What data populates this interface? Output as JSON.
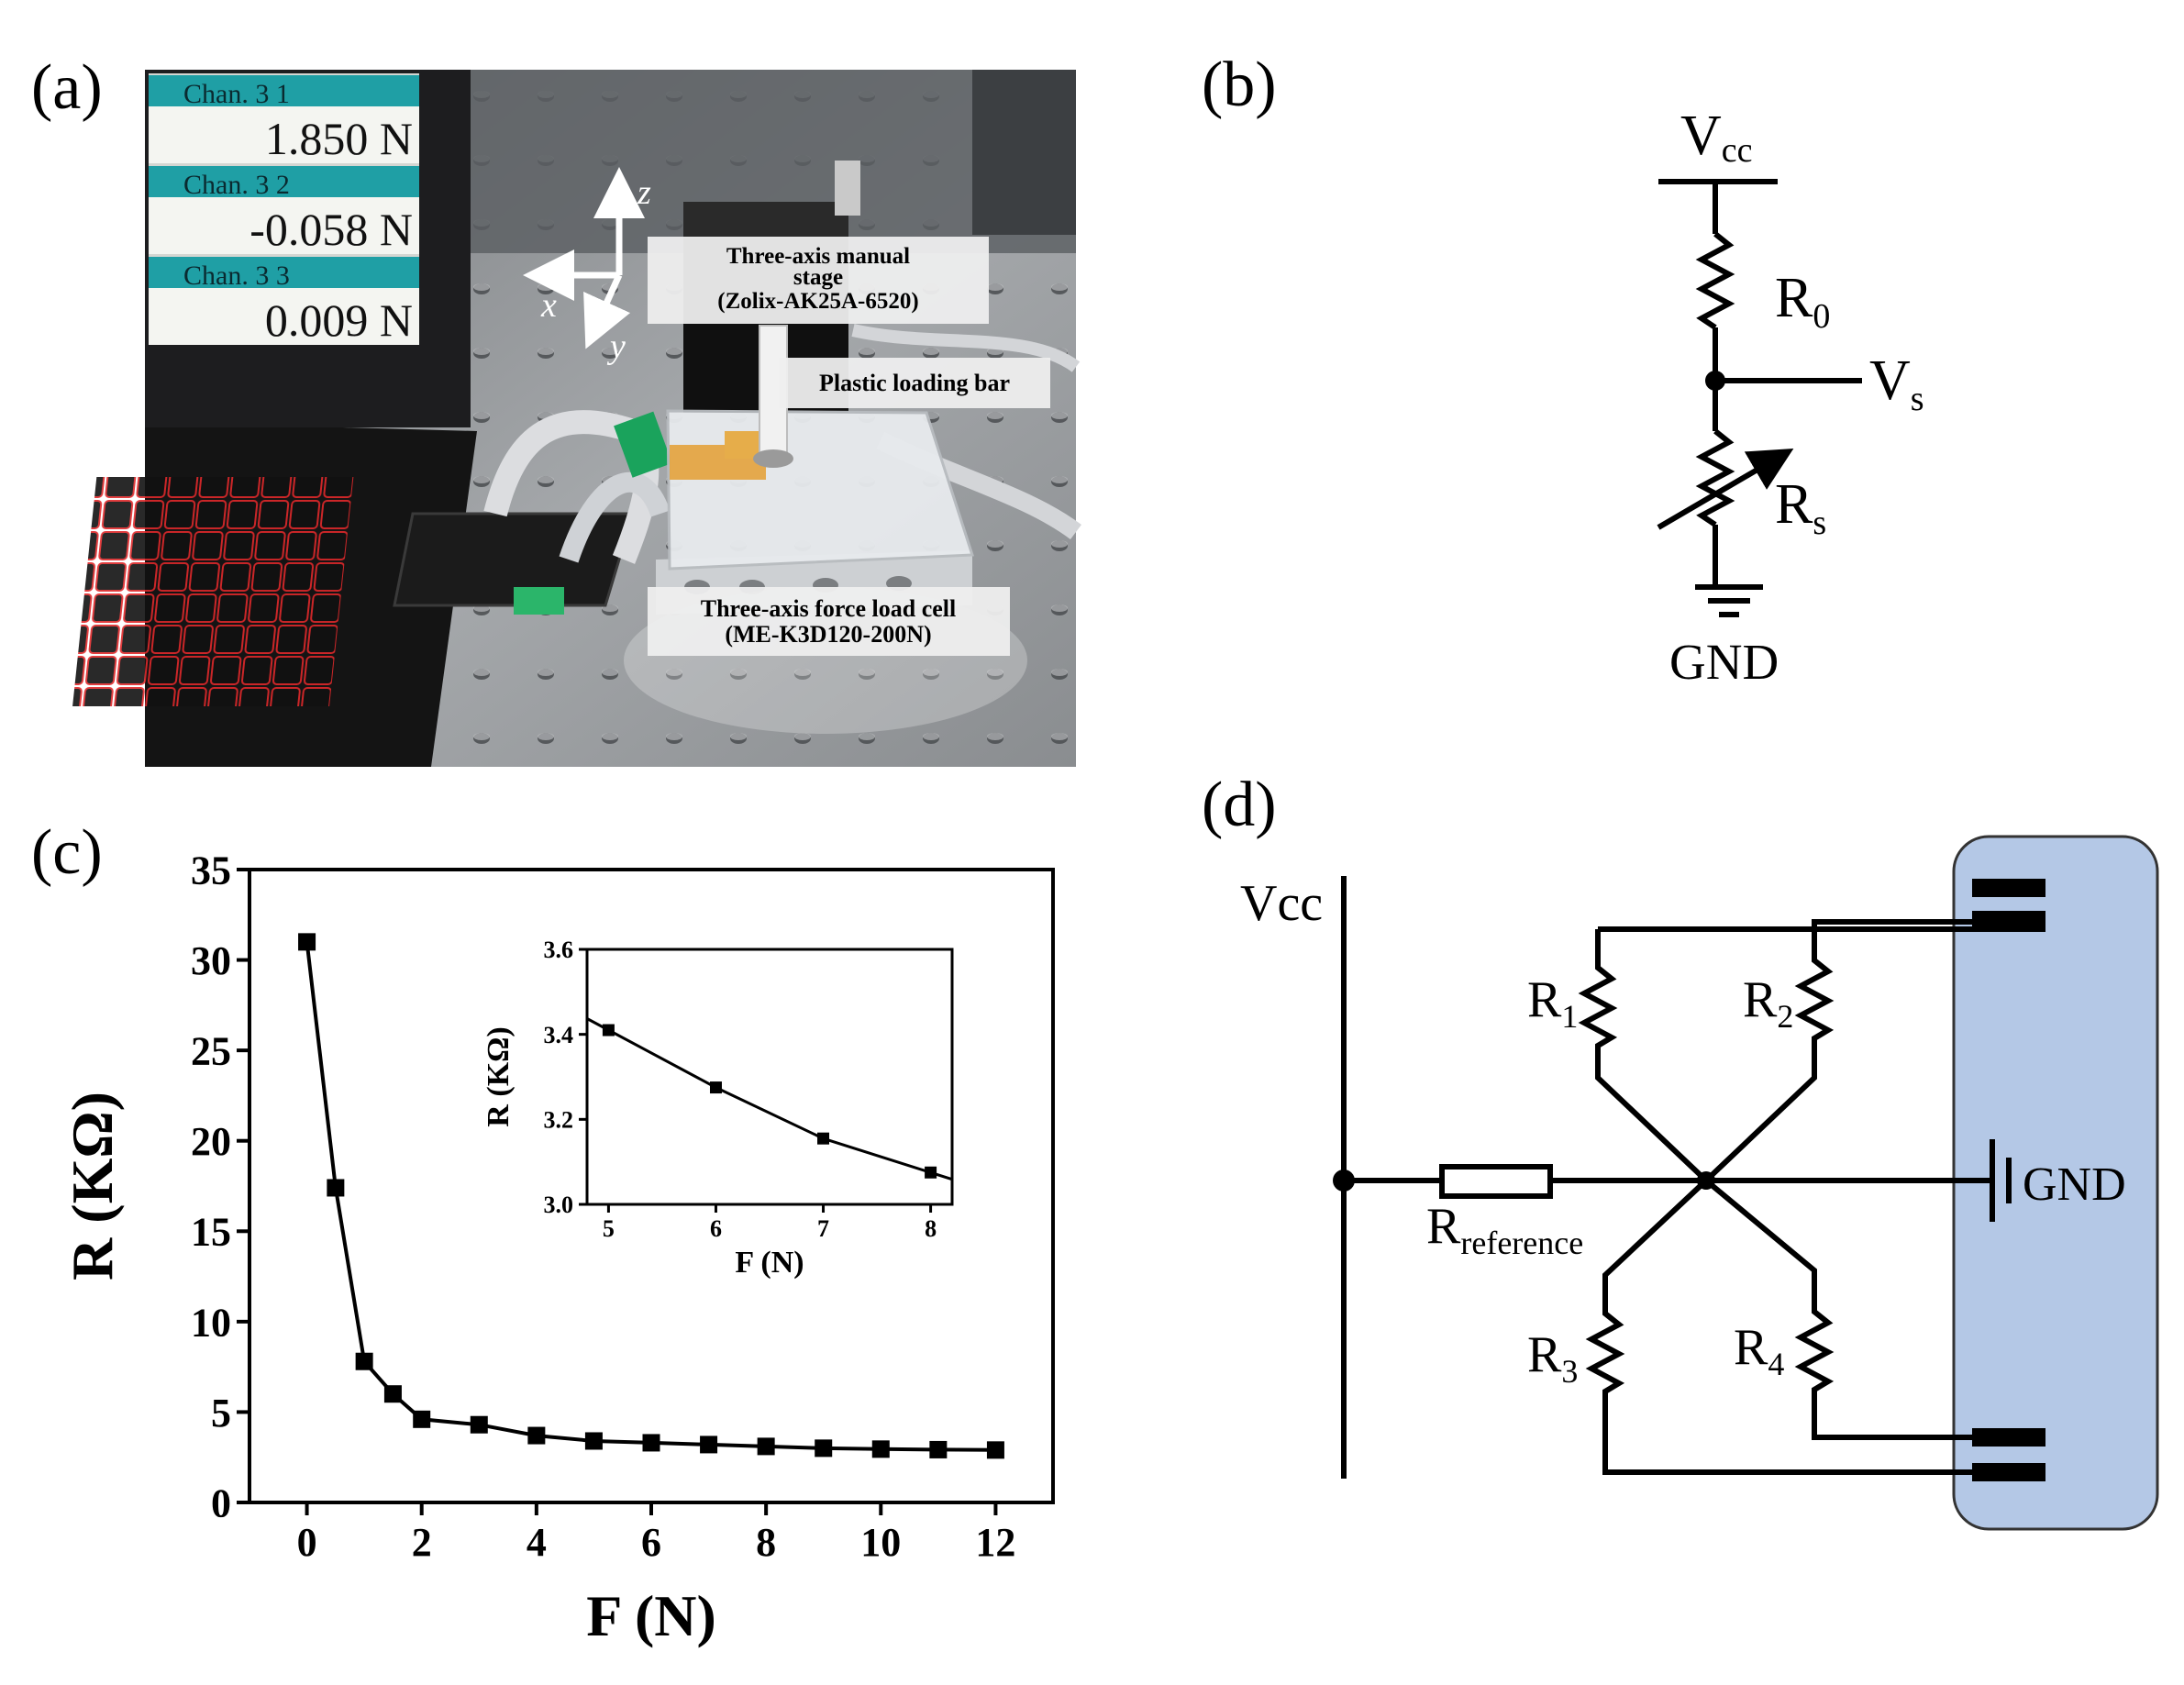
{
  "panels": {
    "a": {
      "label": "(a)",
      "readouts": [
        {
          "channel": "Chan.  3  1",
          "value": "1.850  N"
        },
        {
          "channel": "Chan.  3  2",
          "value": "-0.058  N"
        },
        {
          "channel": "Chan.  3  3",
          "value": "0.009  N"
        }
      ],
      "axes": {
        "x": "x",
        "y": "y",
        "z": "z"
      },
      "callouts": {
        "stage_line1": "Three-axis  manual",
        "stage_line2": "stage",
        "stage_line3": "(Zolix-AK25A-6520)",
        "bar": "Plastic loading bar",
        "cell_line1": "Three-axis  force load cell",
        "cell_line2": "(ME-K3D120-200N)"
      }
    },
    "b": {
      "label": "(b)",
      "vcc": "V",
      "vcc_sub": "cc",
      "r0": "R",
      "r0_sub": "0",
      "vs": "V",
      "vs_sub": "s",
      "rs": "R",
      "rs_sub": "s",
      "gnd": "GND"
    },
    "c": {
      "label": "(c)"
    },
    "d": {
      "label": "(d)",
      "vcc": "Vcc",
      "r1": "R",
      "r1_sub": "1",
      "r2": "R",
      "r2_sub": "2",
      "r3": "R",
      "r3_sub": "3",
      "r4": "R",
      "r4_sub": "4",
      "rref": "R",
      "rref_sub": "reference",
      "gnd": "GND",
      "module_color": "#b4c8e6"
    }
  },
  "chart_data": [
    {
      "type": "line",
      "xlabel": "F (N)",
      "ylabel": "R (KΩ)",
      "xlim": [
        -1,
        13
      ],
      "ylim": [
        0,
        35
      ],
      "xticks": [
        0,
        2,
        4,
        6,
        8,
        10,
        12
      ],
      "yticks": [
        0,
        5,
        10,
        15,
        20,
        25,
        30,
        35
      ],
      "x": [
        0,
        0.5,
        1,
        1.5,
        2,
        3,
        4,
        5,
        6,
        7,
        8,
        9,
        10,
        11,
        12
      ],
      "values": [
        31.0,
        17.4,
        7.8,
        6.0,
        4.6,
        4.3,
        3.7,
        3.4,
        3.3,
        3.2,
        3.1,
        3.0,
        2.95,
        2.92,
        2.9
      ],
      "marker": "square",
      "grid": false
    },
    {
      "type": "line",
      "xlabel": "F (N)",
      "ylabel": "R (KΩ)",
      "xlim": [
        4.8,
        8.2
      ],
      "ylim": [
        3.0,
        3.6
      ],
      "xticks": [
        5,
        6,
        7,
        8
      ],
      "yticks": [
        3.0,
        3.2,
        3.4,
        3.6
      ],
      "ytick_labels": [
        "3.0",
        "3.2",
        "3.4",
        "3.6"
      ],
      "x": [
        5,
        6,
        7,
        8
      ],
      "values": [
        3.41,
        3.275,
        3.155,
        3.075
      ],
      "marker": "square",
      "grid": false
    }
  ]
}
